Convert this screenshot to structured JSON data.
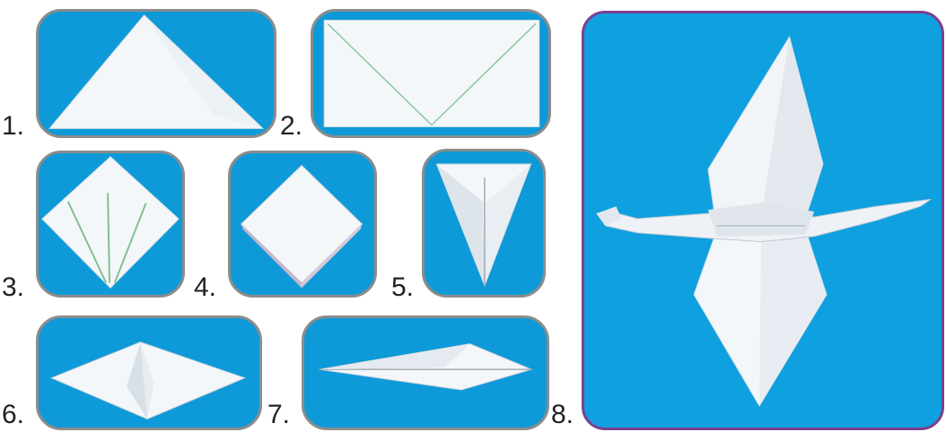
{
  "steps": [
    {
      "label": "1."
    },
    {
      "label": "2."
    },
    {
      "label": "3."
    },
    {
      "label": "4."
    },
    {
      "label": "5."
    },
    {
      "label": "6."
    },
    {
      "label": "7."
    },
    {
      "label": "8."
    }
  ],
  "colors": {
    "panel_blue": "#0e9ad8",
    "panel_border": "#8c8c8c",
    "final_border": "#7d3f8f",
    "paper": "#f4f7fa",
    "crease": "#8cc9a0"
  }
}
